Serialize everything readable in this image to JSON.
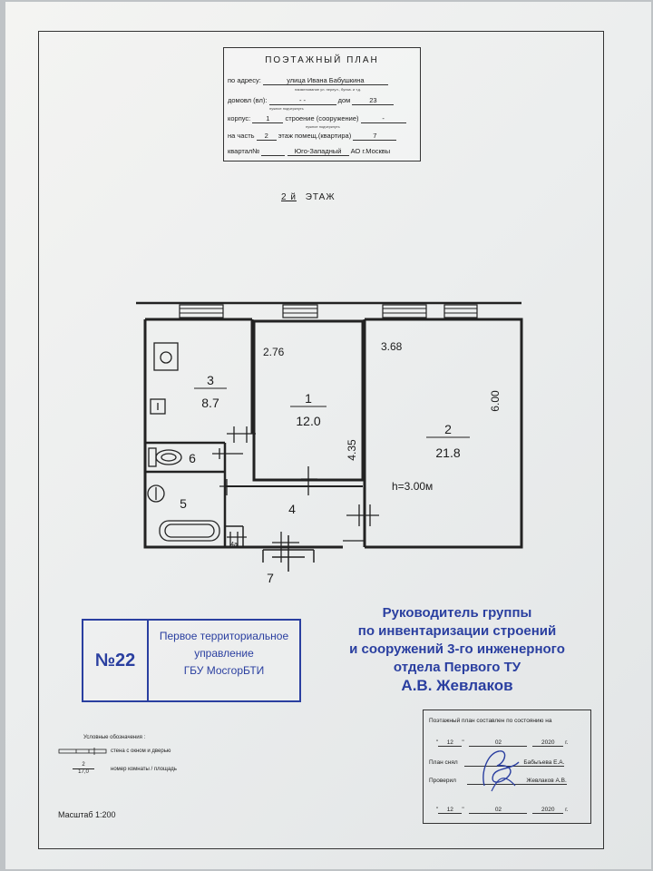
{
  "header": {
    "title": "ПОЭТАЖНЫЙ ПЛАН",
    "address_label": "по адресу:",
    "address_value": "улица Ивана Бабушкина",
    "address_hint": "наименование ул. переул., бульв. и т.д.",
    "house_label": "домовл (вл):",
    "house_value": "- -",
    "house_hint": "нужное подчеркнуть",
    "dom_label": "дом",
    "dom_value": "23",
    "korpus_label": "корпус:",
    "korpus_value": "1",
    "stroenie_label": "строение (сооружение)",
    "stroenie_value": "-",
    "stroenie_hint": "нужное подчеркнуть",
    "part_label": "на часть",
    "part_value": "2",
    "floor_label": "этаж помещ.(квартира)",
    "floor_value": "7",
    "kvartal_label": "квартал№",
    "district_value": "Юго-Западный",
    "ao_value": "АО г.Москвы"
  },
  "floor": {
    "number": "2 й",
    "label": "ЭТАЖ"
  },
  "plan": {
    "rooms": [
      {
        "number": "3",
        "area": "8.7"
      },
      {
        "number": "1",
        "area": "12.0"
      },
      {
        "number": "2",
        "area": "21.8"
      },
      {
        "number": "6"
      },
      {
        "number": "5"
      },
      {
        "number": "4"
      },
      {
        "number": "4а"
      },
      {
        "number": "7"
      }
    ],
    "dims": {
      "d1": "2.76",
      "d2": "3.68",
      "d3": "4.35",
      "d4": "6.00"
    },
    "height": "h=3.00м"
  },
  "stamp": {
    "number": "№22",
    "line1": "Первое территориальное",
    "line2": "управление",
    "line3": "ГБУ МосгорБТИ"
  },
  "head": {
    "line1": "Руководитель группы",
    "line2": "по инвентаризации строений",
    "line3": "и сооружений 3-го инженерного",
    "line4": "отдела Первого ТУ",
    "line5": "А.В. Жевлаков"
  },
  "legend": {
    "title": "Условные обозначения :",
    "item1": "стена с окном и дверью",
    "item2_num": "2",
    "item2_area": "17,0",
    "item2": "номер комнаты / площадь"
  },
  "scale": "Масштаб 1:200",
  "signoff": {
    "composed": "Поэтажный план составлен по состоянию на",
    "day1": "12",
    "month1": "02",
    "year1": "2020",
    "g": "г.",
    "taken_label": "План снял",
    "taken_name": "Бабыъева Е.А.",
    "checked_label": "Проверил",
    "checked_name": "Жевлаков А.В.",
    "day2": "12",
    "month2": "02",
    "year2": "2020"
  }
}
